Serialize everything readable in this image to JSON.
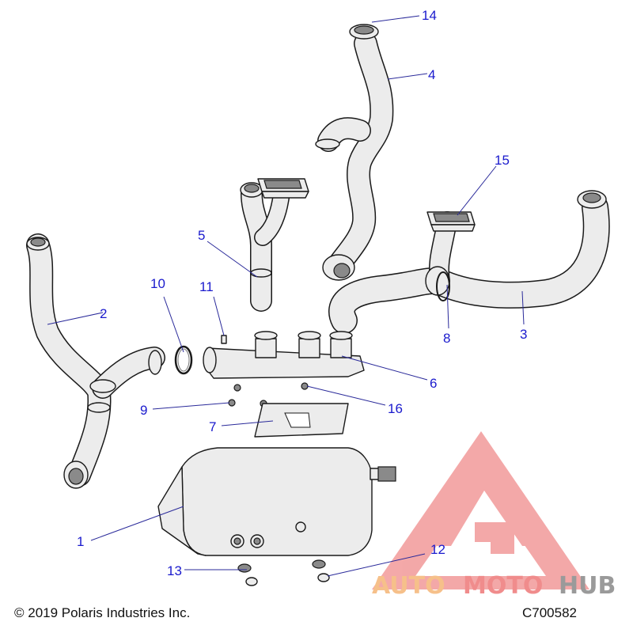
{
  "footer": {
    "copyright": "© 2019 Polaris Industries Inc.",
    "code": "C700582"
  },
  "callouts": [
    {
      "id": "c1",
      "label": "1"
    },
    {
      "id": "c2",
      "label": "2"
    },
    {
      "id": "c3",
      "label": "3"
    },
    {
      "id": "c4",
      "label": "4"
    },
    {
      "id": "c5",
      "label": "5"
    },
    {
      "id": "c6",
      "label": "6"
    },
    {
      "id": "c7",
      "label": "7"
    },
    {
      "id": "c8",
      "label": "8"
    },
    {
      "id": "c9",
      "label": "9"
    },
    {
      "id": "c10",
      "label": "10"
    },
    {
      "id": "c11",
      "label": "11"
    },
    {
      "id": "c12",
      "label": "12"
    },
    {
      "id": "c13",
      "label": "13"
    },
    {
      "id": "c14",
      "label": "14"
    },
    {
      "id": "c15",
      "label": "15"
    },
    {
      "id": "c16",
      "label": "16"
    }
  ],
  "watermark": {
    "part1": "AUTO",
    "part2": "MOTO",
    "part3": "HUB",
    "colors": {
      "auto": "#f6c08a",
      "moto": "#f08c8c",
      "hub": "#9a9a9a",
      "logo": "#f08c8c"
    }
  },
  "colors": {
    "callout": "#1a1acd",
    "leader": "#2a2a9a"
  }
}
